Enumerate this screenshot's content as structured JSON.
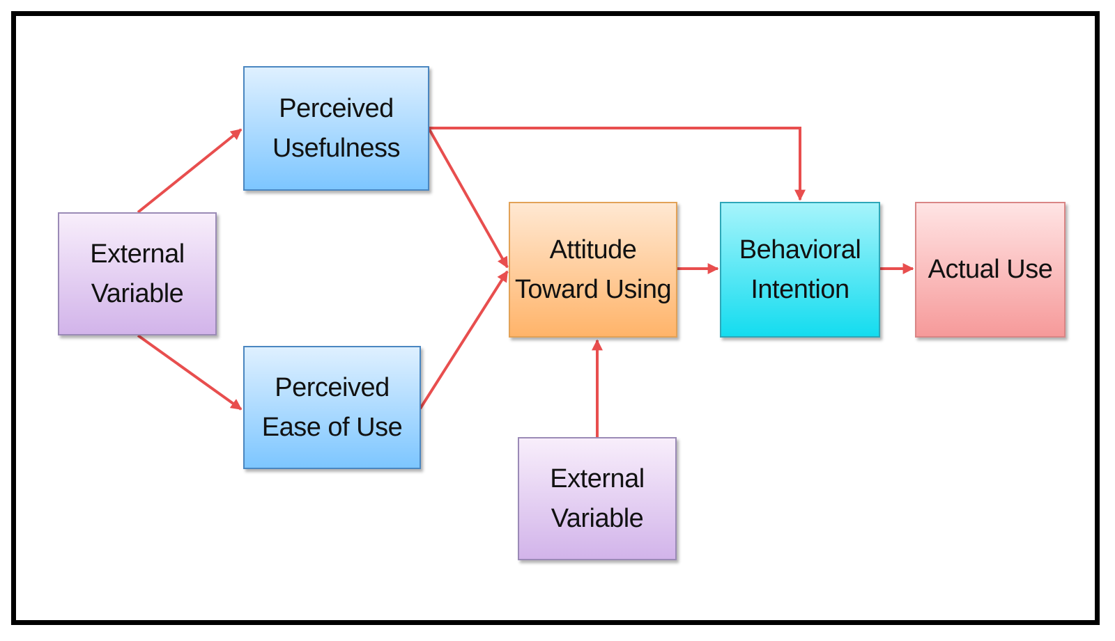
{
  "diagram": {
    "colors": {
      "arrow": "#e84e4e",
      "frame": "#000000",
      "blue_top": "#dff0ff",
      "blue_bottom": "#7dc6ff",
      "purple_top": "#f8eefb",
      "purple_bottom": "#d2b4ea",
      "orange_top": "#ffe8d2",
      "orange_bottom": "#ffb46a",
      "cyan_top": "#a6f4fb",
      "cyan_bottom": "#14dcef",
      "red_top": "#ffe4e4",
      "red_bottom": "#f69a9a"
    },
    "nodes": {
      "external_variable_left": {
        "label": "External\nVariable"
      },
      "perceived_usefulness": {
        "label": "Perceived\nUsefulness"
      },
      "perceived_ease_of_use": {
        "label": "Perceived\nEase of Use"
      },
      "attitude_toward_using": {
        "label": "Attitude\nToward Using"
      },
      "behavioral_intention": {
        "label": "Behavioral\nIntention"
      },
      "actual_use": {
        "label": "Actual Use"
      },
      "external_variable_bottom": {
        "label": "External\nVariable"
      }
    },
    "edges": [
      {
        "from": "external_variable_left",
        "to": "perceived_usefulness"
      },
      {
        "from": "external_variable_left",
        "to": "perceived_ease_of_use"
      },
      {
        "from": "perceived_usefulness",
        "to": "attitude_toward_using"
      },
      {
        "from": "perceived_usefulness",
        "to": "behavioral_intention"
      },
      {
        "from": "perceived_ease_of_use",
        "to": "attitude_toward_using"
      },
      {
        "from": "attitude_toward_using",
        "to": "behavioral_intention"
      },
      {
        "from": "behavioral_intention",
        "to": "actual_use"
      },
      {
        "from": "external_variable_bottom",
        "to": "attitude_toward_using"
      }
    ]
  }
}
